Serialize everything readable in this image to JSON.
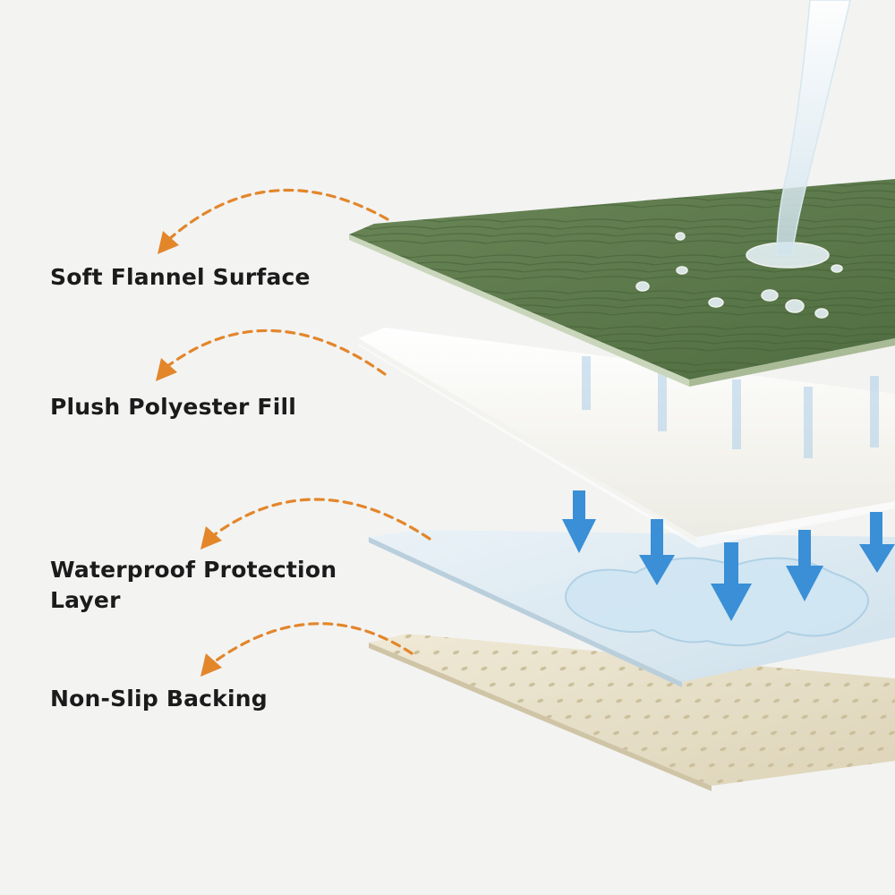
{
  "layers": [
    {
      "id": "flannel",
      "label": "Soft Flannel Surface",
      "color": "#5d7a4e"
    },
    {
      "id": "fill",
      "label": "Plush Polyester Fill",
      "color": "#f6f5ef"
    },
    {
      "id": "waterproof",
      "label_lines": [
        "Waterproof Protection",
        "Layer"
      ],
      "color": "#dbe8f0"
    },
    {
      "id": "backing",
      "label": "Non-Slip Backing",
      "color": "#e6dfc9"
    }
  ],
  "colors": {
    "arrow_orange": "#e3862a",
    "water_arrow_blue": "#3a8fd6",
    "background": "#f3f3f2"
  },
  "icons": {
    "pointer": "curved-dashed-arrow-icon",
    "water": "down-arrow-icon"
  }
}
